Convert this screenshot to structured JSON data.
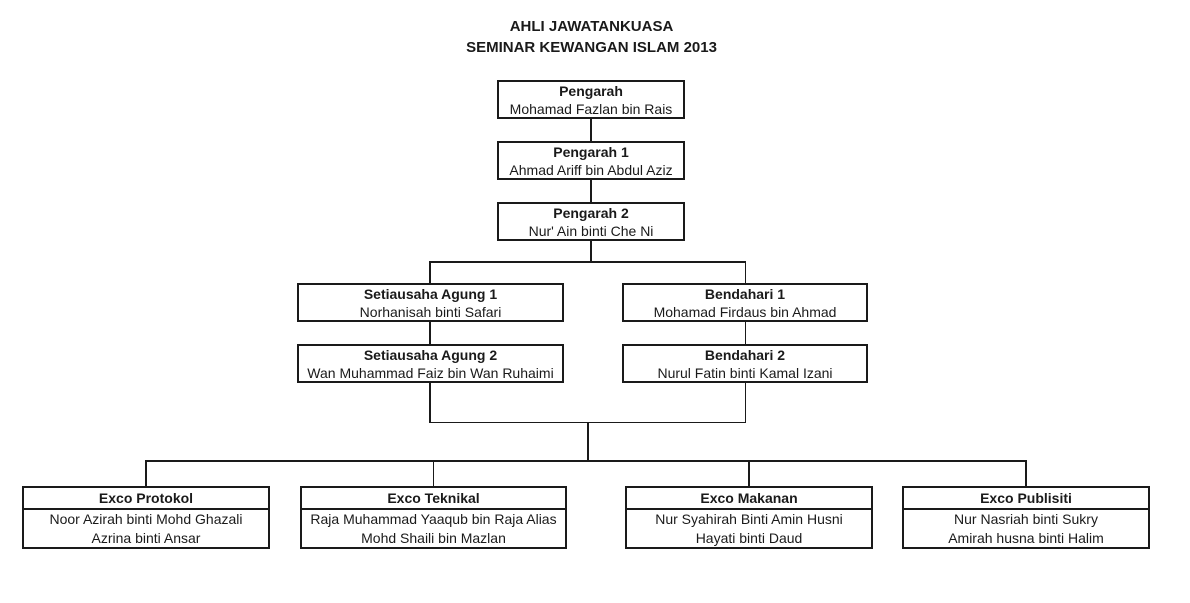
{
  "title": {
    "line1": "AHLI JAWATANKUASA",
    "line2": "SEMINAR KEWANGAN ISLAM 2013"
  },
  "colors": {
    "border": "#1a1a1a",
    "text": "#1a1a1a",
    "background": "#ffffff"
  },
  "org": {
    "pengarah": {
      "title": "Pengarah",
      "name": "Mohamad Fazlan bin Rais"
    },
    "pengarah1": {
      "title": "Pengarah 1",
      "name": "Ahmad Ariff bin Abdul Aziz"
    },
    "pengarah2": {
      "title": "Pengarah 2",
      "name": "Nur' Ain binti Che Ni"
    },
    "setiausaha1": {
      "title": "Setiausaha Agung 1",
      "name": "Norhanisah binti Safari"
    },
    "bendahari1": {
      "title": "Bendahari 1",
      "name": "Mohamad Firdaus bin Ahmad"
    },
    "setiausaha2": {
      "title": "Setiausaha Agung 2",
      "name": "Wan Muhammad Faiz bin Wan Ruhaimi"
    },
    "bendahari2": {
      "title": "Bendahari 2",
      "name": "Nurul Fatin binti Kamal Izani"
    },
    "exco_protokol": {
      "title": "Exco Protokol",
      "member1": "Noor Azirah binti Mohd Ghazali",
      "member2": "Azrina binti Ansar"
    },
    "exco_teknikal": {
      "title": "Exco Teknikal",
      "member1": "Raja Muhammad Yaaqub bin Raja Alias",
      "member2": "Mohd Shaili bin Mazlan"
    },
    "exco_makanan": {
      "title": "Exco Makanan",
      "member1": "Nur Syahirah Binti Amin Husni",
      "member2": "Hayati binti Daud"
    },
    "exco_publisiti": {
      "title": "Exco Publisiti",
      "member1": "Nur Nasriah binti Sukry",
      "member2": "Amirah husna binti Halim"
    }
  }
}
